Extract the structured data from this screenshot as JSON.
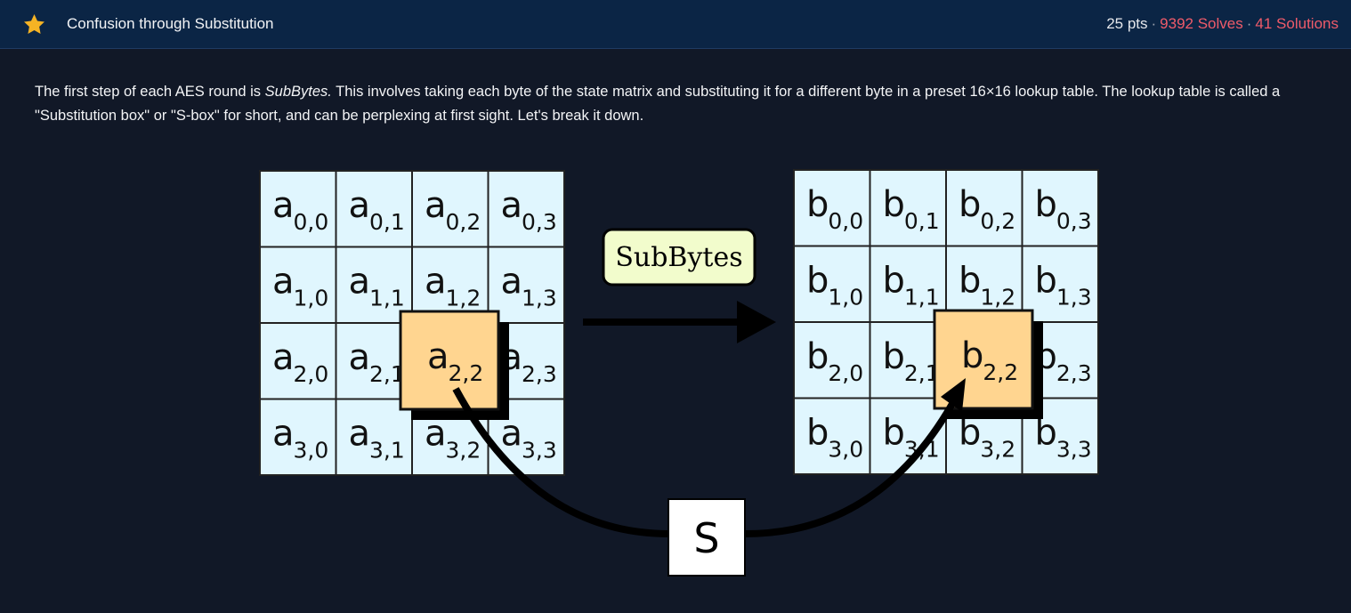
{
  "header": {
    "title": "Confusion through Substitution",
    "points": "25 pts",
    "separator": "·",
    "solves": "9392 Solves",
    "solutions": "41 Solutions",
    "icon": "star-icon",
    "accent_color": "#ef5b6a",
    "star_color": "#f5b324"
  },
  "description": {
    "part1": "The first step of each AES round is ",
    "emphasis": "SubBytes.",
    "part2": " This involves taking each byte of the state matrix and substituting it for a different byte in a preset 16×16 lookup table. The lookup table is called a \"Substitution box\" or \"S-box\" for short, and can be perplexing at first sight. Let's break it down."
  },
  "diagram": {
    "operation_label": "SubBytes",
    "sbox_label": "S",
    "input_matrix": {
      "letter": "a",
      "cells": [
        [
          "0,0",
          "0,1",
          "0,2",
          "0,3"
        ],
        [
          "1,0",
          "1,1",
          "1,2",
          "1,3"
        ],
        [
          "2,0",
          "2,1",
          "2,2",
          "2,3"
        ],
        [
          "3,0",
          "3,1",
          "3,2",
          "3,3"
        ]
      ]
    },
    "output_matrix": {
      "letter": "b",
      "cells": [
        [
          "0,0",
          "0,1",
          "0,2",
          "0,3"
        ],
        [
          "1,0",
          "1,1",
          "1,2",
          "1,3"
        ],
        [
          "2,0",
          "2,1",
          "2,2",
          "2,3"
        ],
        [
          "3,0",
          "3,1",
          "3,2",
          "3,3"
        ]
      ]
    },
    "highlight": "2,2",
    "colors": {
      "cell": "#e0f6fe",
      "highlight": "#ffd590",
      "label_box": "#f2fccc"
    }
  }
}
